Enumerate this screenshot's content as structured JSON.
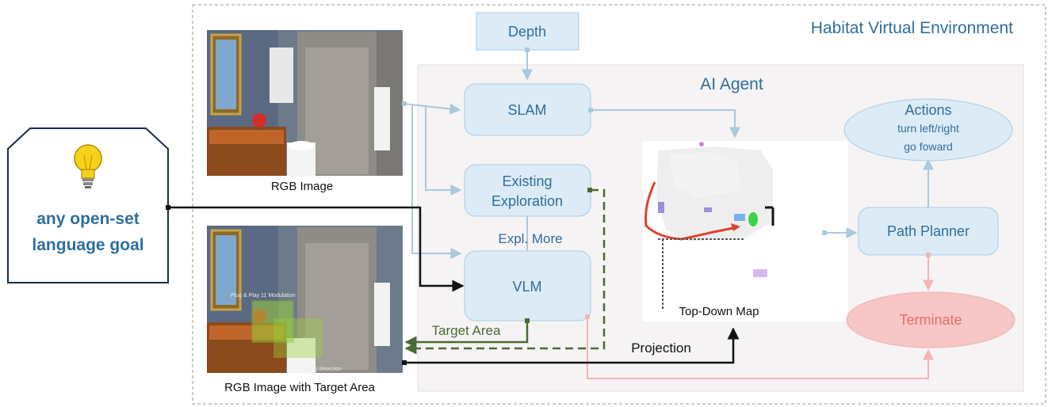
{
  "environment": {
    "title": "Habitat Virtual Environment"
  },
  "agent": {
    "title": "AI Agent"
  },
  "goal": {
    "text_line1": "any open-set",
    "text_line2": "language goal",
    "icon": "lightbulb-icon"
  },
  "nodes": {
    "depth": "Depth",
    "slam": "SLAM",
    "exploration_line1": "Existing",
    "exploration_line2": "Exploration",
    "vlm": "VLM",
    "path_planner": "Path Planner",
    "actions_title": "Actions",
    "actions_line1": "turn left/right",
    "actions_line2": "go foward",
    "terminate": "Terminate"
  },
  "images": {
    "rgb_caption": "RGB Image",
    "target_caption": "RGB Image with Target Area",
    "map_caption": "Top-Down Map",
    "target_overlay_top": "Plug & Play 11 Modulation",
    "target_overlay_bottom": "Existing detection"
  },
  "edges": {
    "expl_more": "Expl. More",
    "target_area": "Target Area",
    "projection": "Projection"
  },
  "colors": {
    "node_fill": "#dcebf6",
    "node_stroke": "#a9cbe6",
    "node_text": "#2f6e9e",
    "connector": "#a9c9dc",
    "dark_green": "#4a6b35",
    "terminate_fill": "#f7c6c6",
    "terminate_text": "#e07070",
    "black": "#111111"
  }
}
